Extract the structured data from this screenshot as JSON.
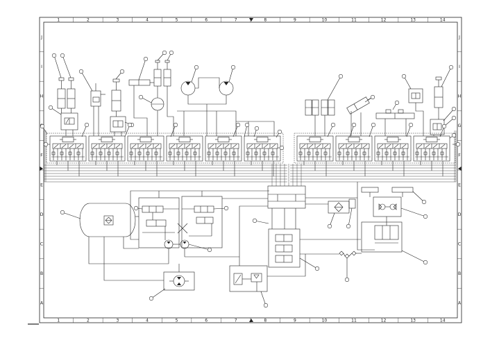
{
  "drawing": {
    "columns": [
      "1",
      "2",
      "3",
      "4",
      "5",
      "6",
      "7",
      "8",
      "9",
      "10",
      "11",
      "12",
      "13",
      "14"
    ],
    "rows": [
      "J",
      "I",
      "H",
      "G",
      "F",
      "E",
      "D",
      "C",
      "B",
      "A"
    ],
    "colors": {
      "line": "#222222",
      "paper": "#ffffff"
    }
  }
}
